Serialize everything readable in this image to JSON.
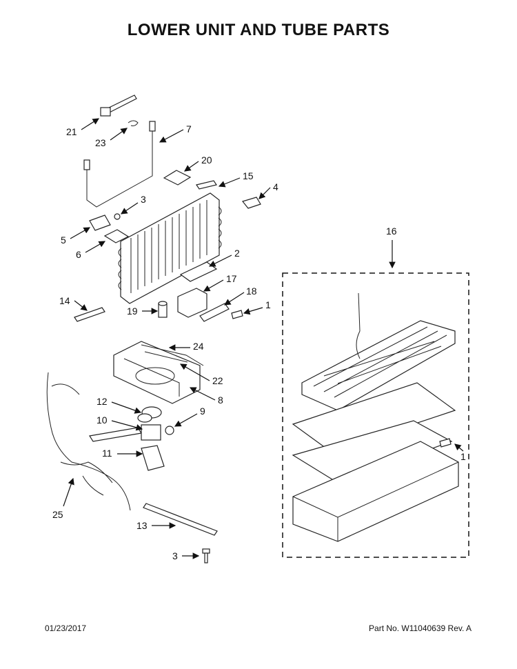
{
  "title": "LOWER UNIT AND TUBE PARTS",
  "footer": {
    "date": "01/23/2017",
    "part_info": "Part No.  W11040639  Rev.  A"
  },
  "callouts": {
    "c1a": "1",
    "c1b": "1",
    "c2": "2",
    "c3a": "3",
    "c3b": "3",
    "c4": "4",
    "c5": "5",
    "c6": "6",
    "c7": "7",
    "c8": "8",
    "c9": "9",
    "c10": "10",
    "c11": "11",
    "c12": "12",
    "c13": "13",
    "c14": "14",
    "c15": "15",
    "c16": "16",
    "c17": "17",
    "c18": "18",
    "c19": "19",
    "c20": "20",
    "c21": "21",
    "c22": "22",
    "c23": "23",
    "c24": "24",
    "c25": "25"
  }
}
